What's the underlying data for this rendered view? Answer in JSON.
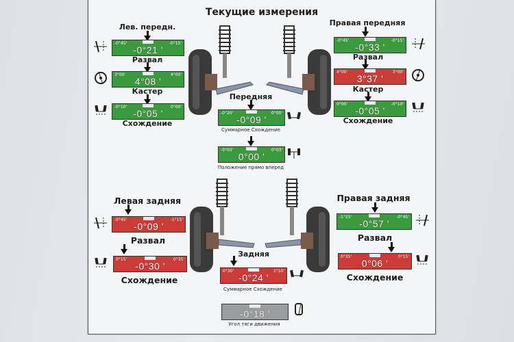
{
  "title": "Текущие измерения",
  "front_left": {
    "label": "Лев. передн.",
    "camber": {
      "name": "Развал",
      "value": "-0°21 '",
      "min": "-0°45'",
      "max": "-0°15'",
      "status": "green"
    },
    "caster": {
      "name": "Кастер",
      "value": "4°08 '",
      "min": "3°00'",
      "max": "4°00'",
      "status": "green"
    },
    "toe": {
      "name": "Схождение",
      "value": "-0°05 '",
      "min": "-0°10'",
      "max": "0°00'",
      "status": "green"
    }
  },
  "front_right": {
    "label": "Правая передняя",
    "camber": {
      "name": "Развал",
      "value": "-0°33 '",
      "min": "-0°45'",
      "max": "-0°15'",
      "status": "green"
    },
    "caster": {
      "name": "Кастер",
      "value": "3°37 '",
      "min": "4°00'",
      "max": "3°00'",
      "status": "red"
    },
    "toe": {
      "name": "Схождение",
      "value": "-0°05 '",
      "min": "0°00'",
      "max": "-0°10'",
      "status": "green"
    }
  },
  "front_center": {
    "label": "Передняя",
    "total_toe": {
      "name": "Суммарное Схождение",
      "value": "-0°09 '",
      "min": "-0°20'",
      "max": "0°00'",
      "status": "green"
    },
    "straight_ahead": {
      "name": "Положение прямо вперед",
      "value": "0°00 '",
      "min": "-0°03'",
      "max": "0°03'",
      "status": "green"
    }
  },
  "rear_left": {
    "label": "Левая задняя",
    "camber": {
      "name": "Развал",
      "value": "-0°09 '",
      "min": "-0°45'",
      "max": "-1°15'",
      "status": "red"
    },
    "toe": {
      "name": "Схождение",
      "value": "-0°30 '",
      "min": "0°15'",
      "max": "0°35'",
      "status": "red"
    }
  },
  "rear_right": {
    "label": "Правая задняя",
    "camber": {
      "name": "Развал",
      "value": "-0°57 '",
      "min": "-1°15'",
      "max": "-0°45'",
      "status": "green"
    },
    "toe": {
      "name": "Схождение",
      "value": "0°06 '",
      "min": "0°35'",
      "max": "0°15'",
      "status": "red"
    }
  },
  "rear_center": {
    "label": "Задняя",
    "total_toe": {
      "name": "Суммарное Схождение",
      "value": "-0°24 '",
      "min": "0°30'",
      "max": "1°10'",
      "status": "red"
    },
    "thrust_angle": {
      "name": "Угол тяги движения",
      "value": "-0°18 '",
      "status": "gray"
    }
  },
  "colors": {
    "in_range": "#3c9a3e",
    "out_of_range": "#cb3b38",
    "neutral": "#9a9c9e"
  }
}
